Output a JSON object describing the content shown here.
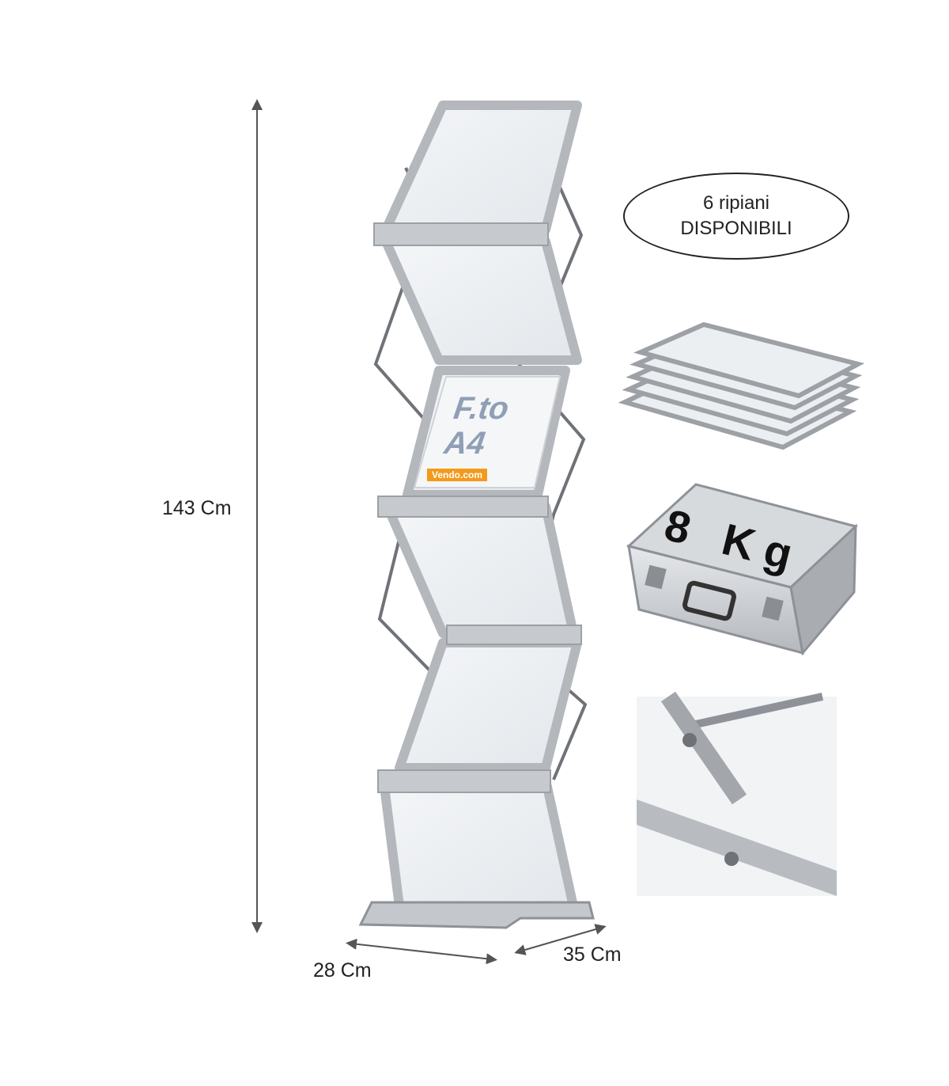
{
  "dimensions": {
    "height": "143 Cm",
    "width": "28 Cm",
    "depth": "35 Cm"
  },
  "badge": {
    "line1": "6 ripiani",
    "line2": "DISPONIBILI"
  },
  "poster": {
    "line1": "F.to",
    "line2": "A4",
    "logo": "Vendo.com"
  },
  "case": {
    "weight": "8 Kg"
  },
  "colors": {
    "frame": "#b9bcc1",
    "frame_dark": "#8e9298",
    "rod": "#707478",
    "poster_text": "#8f9fb5",
    "logo": "#f39a1b"
  }
}
